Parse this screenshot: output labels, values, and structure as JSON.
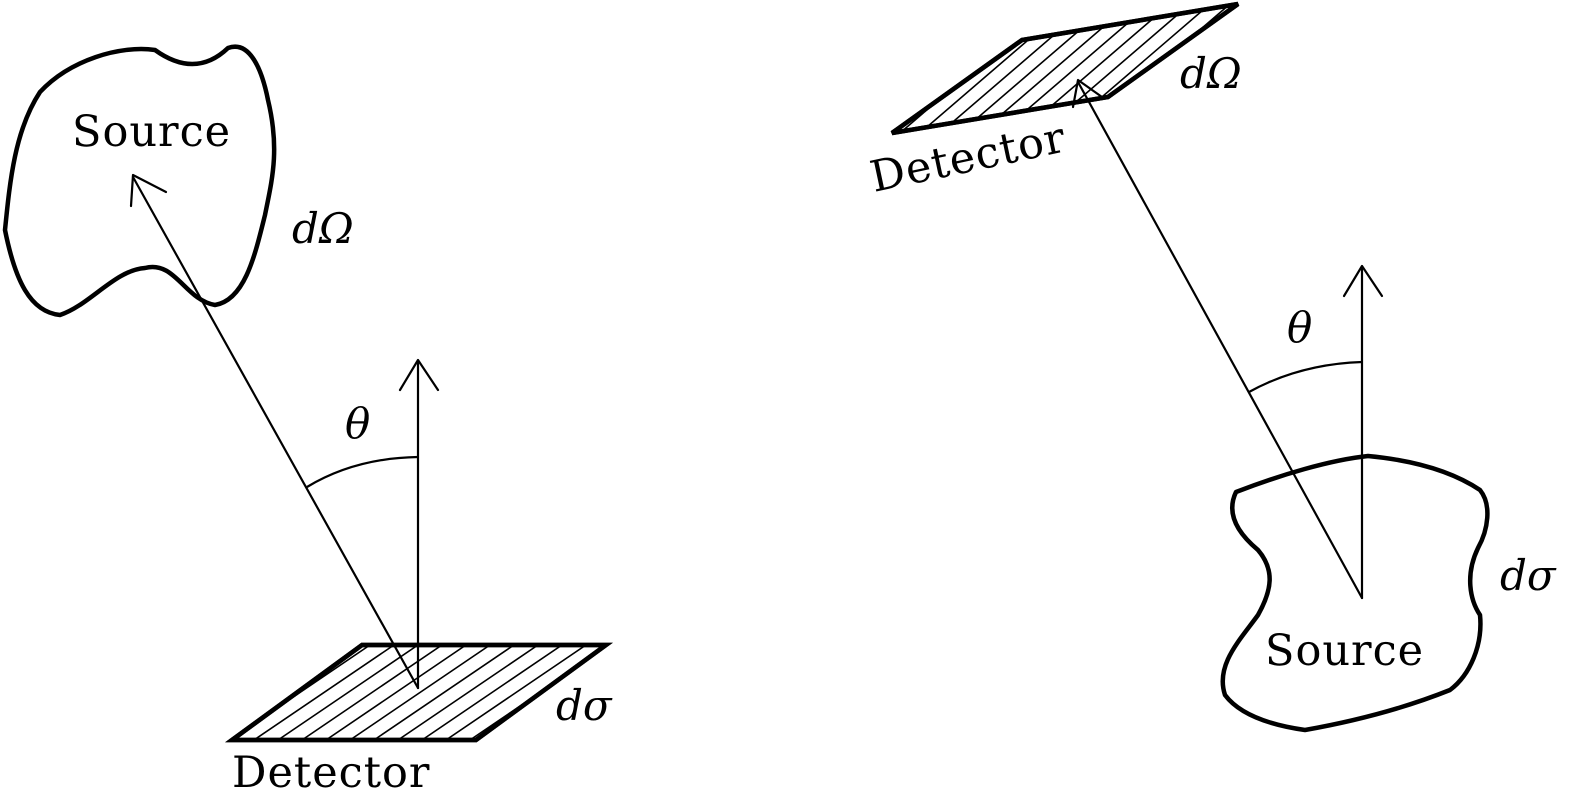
{
  "left_panel": {
    "source_label": "Source",
    "detector_label": "Detector",
    "solid_angle_label": "dΩ",
    "area_label": "dσ",
    "angle_label": "θ"
  },
  "right_panel": {
    "source_label": "Source",
    "detector_label": "Detector",
    "solid_angle_label": "dΩ",
    "area_label": "dσ",
    "angle_label": "θ"
  }
}
